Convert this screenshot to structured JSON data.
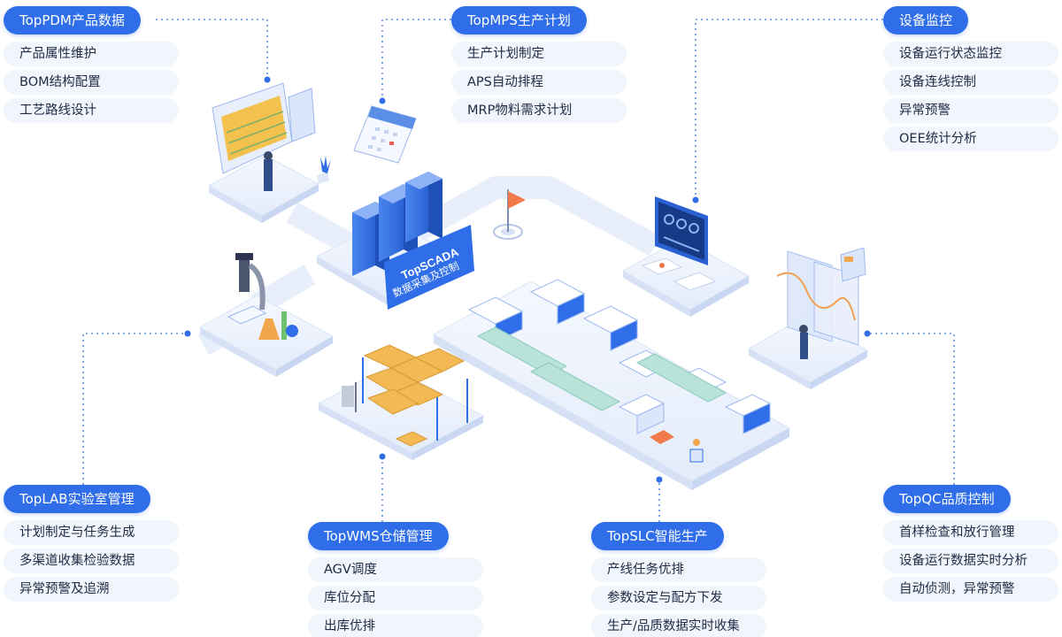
{
  "modules": {
    "pdm": {
      "title": "TopPDM产品数据",
      "items": [
        "产品属性维护",
        "BOM结构配置",
        "工艺路线设计"
      ]
    },
    "mps": {
      "title": "TopMPS生产计划",
      "items": [
        "生产计划制定",
        "APS自动排程",
        "MRP物料需求计划"
      ]
    },
    "device": {
      "title": "设备监控",
      "items": [
        "设备运行状态监控",
        "设备连线控制",
        "异常预警",
        "OEE统计分析"
      ]
    },
    "lab": {
      "title": "TopLAB实验室管理",
      "items": [
        "计划制定与任务生成",
        "多渠道收集检验数据",
        "异常预警及追溯"
      ]
    },
    "wms": {
      "title": "TopWMS仓储管理",
      "items": [
        "AGV调度",
        "库位分配",
        "出库优排"
      ]
    },
    "slc": {
      "title": "TopSLC智能生产",
      "items": [
        "产线任务优排",
        "参数设定与配方下发",
        "生产/品质数据实时收集"
      ]
    },
    "qc": {
      "title": "TopQC品质控制",
      "items": [
        "首样检查和放行管理",
        "设备运行数据实时分析",
        "自动侦测，异常预警"
      ]
    }
  },
  "scada": {
    "line1": "TopSCADA",
    "line2": "数据采集及控制"
  },
  "colors": {
    "accent": "#2f6ee8",
    "item_bg": "#f1f5fc",
    "platform": "#eef3fc",
    "connector": "#5b8ee6"
  }
}
